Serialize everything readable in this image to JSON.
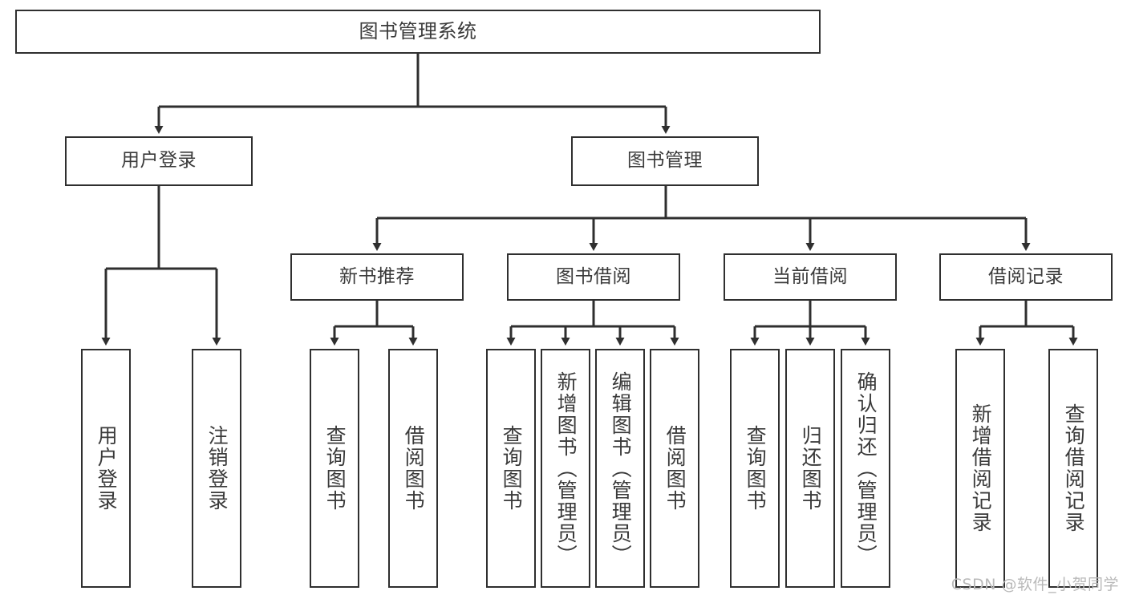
{
  "diagram": {
    "title": "图书管理系统",
    "type": "tree",
    "watermark": "CSDN @软件_小贺同学",
    "colors": {
      "box_border": "#2f2f2f",
      "box_fill": "#ffffff",
      "text": "#3a3a3a",
      "connector": "#2f2f2f",
      "watermark": "#b9b9b9",
      "background": "#ffffff"
    },
    "root": {
      "label": "图书管理系统"
    },
    "level2": [
      {
        "id": "user-login",
        "label": "用户登录"
      },
      {
        "id": "book-management",
        "label": "图书管理"
      }
    ],
    "level3": [
      {
        "id": "new-book-recommend",
        "label": "新书推荐",
        "parent": "book-management"
      },
      {
        "id": "book-borrow",
        "label": "图书借阅",
        "parent": "book-management"
      },
      {
        "id": "current-borrow",
        "label": "当前借阅",
        "parent": "book-management"
      },
      {
        "id": "borrow-record",
        "label": "借阅记录",
        "parent": "book-management"
      }
    ],
    "leaves": [
      {
        "id": "leaf-user-login",
        "label": "用户登录",
        "parent": "user-login"
      },
      {
        "id": "leaf-logout-login",
        "label": "注销登录",
        "parent": "user-login"
      },
      {
        "id": "leaf-query-book-1",
        "label": "查询图书",
        "parent": "new-book-recommend"
      },
      {
        "id": "leaf-borrow-book-1",
        "label": "借阅图书",
        "parent": "new-book-recommend"
      },
      {
        "id": "leaf-query-book-2",
        "label": "查询图书",
        "parent": "book-borrow"
      },
      {
        "id": "leaf-add-book",
        "label": "新增图书（管理员）",
        "parent": "book-borrow"
      },
      {
        "id": "leaf-edit-book",
        "label": "编辑图书（管理员）",
        "parent": "book-borrow"
      },
      {
        "id": "leaf-borrow-book-2",
        "label": "借阅图书",
        "parent": "book-borrow"
      },
      {
        "id": "leaf-query-book-3",
        "label": "查询图书",
        "parent": "current-borrow"
      },
      {
        "id": "leaf-return-book",
        "label": "归还图书",
        "parent": "current-borrow"
      },
      {
        "id": "leaf-confirm-return",
        "label": "确认归还（管理员）",
        "parent": "current-borrow"
      },
      {
        "id": "leaf-add-record",
        "label": "新增借阅记录",
        "parent": "borrow-record"
      },
      {
        "id": "leaf-query-record",
        "label": "查询借阅记录",
        "parent": "borrow-record"
      }
    ]
  }
}
